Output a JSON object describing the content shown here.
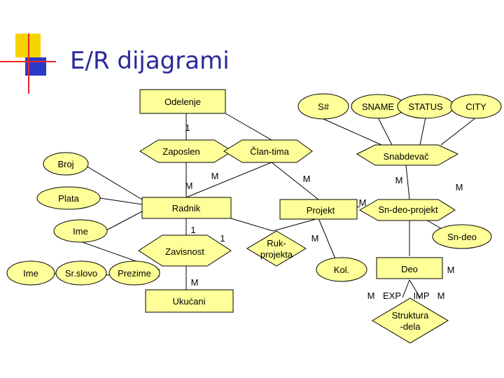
{
  "title": "E/R dijagrami",
  "colors": {
    "fill": "#ffff99",
    "title": "#2a2a9a",
    "logo_yellow": "#f7d400",
    "logo_red": "#e8262b",
    "logo_blue": "#2b39c8"
  },
  "entities": {
    "odelenje": "Odelenje",
    "radnik": "Radnik",
    "projekt": "Projekt",
    "ukucani": "Ukućani",
    "deo": "Deo"
  },
  "relationships": {
    "zaposlen": "Zaposlen",
    "clan_tima": "Član-tima",
    "snabdevac": "Snabdevač",
    "sn_deo_projekt": "Sn-deo-projekt",
    "zavisnost": "Zavisnost",
    "ruk_projekta_line1": "Ruk-",
    "ruk_projekta_line2": "projekta",
    "struktura_line1": "Struktura",
    "struktura_line2": "-dela"
  },
  "attributes": {
    "s_num": "S#",
    "sname": "SNAME",
    "status": "STATUS",
    "city": "CITY",
    "broj": "Broj",
    "plata": "Plata",
    "ime": "Ime",
    "ime2": "Ime",
    "sr_slovo": "Sr.slovo",
    "prezime": "Prezime",
    "kol": "Kol.",
    "sn_deo": "Sn-deo"
  },
  "cardinalities": {
    "c_odelenje_zaposlen": "1",
    "c_zaposlen_radnik": "M",
    "c_clan_radnik": "M",
    "c_clan_projekt": "M",
    "c_snabdevac": "M",
    "c_sn_projekt": "M",
    "c_sn_deo": "M",
    "c_radnik_zavisnost": "1",
    "c_radnik_ruk": "1",
    "c_ruk_projekt": "M",
    "c_zavisnost_ukucani": "M",
    "c_deo_right": "M",
    "c_exp": "M",
    "exp": "EXP",
    "imp": "IMP",
    "c_imp": "M"
  }
}
